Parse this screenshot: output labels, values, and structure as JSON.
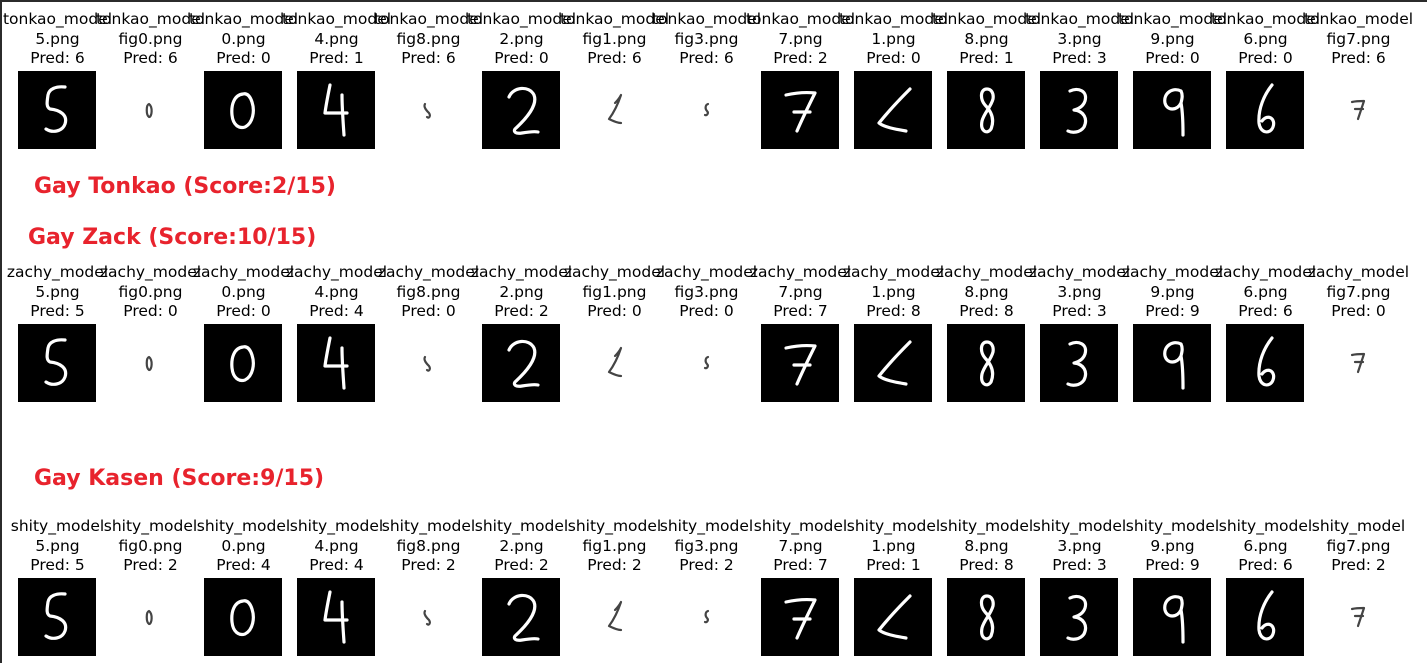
{
  "headings": {
    "tonkao": "Gay Tonkao (Score:2/15)",
    "zack": "Gay Zack (Score:10/15)",
    "kasen": "Gay Kasen (Score:9/15)"
  },
  "colors": {
    "heading": "#e8232d",
    "image_background": "#000000",
    "digit_stroke": "#ffffff"
  },
  "groups": [
    {
      "model_prefix": "tonkao_model",
      "items": [
        {
          "file": "5.png",
          "pred": "Pred: 6"
        },
        {
          "file": "fig0.png",
          "pred": "Pred: 6"
        },
        {
          "file": "0.png",
          "pred": "Pred: 0"
        },
        {
          "file": "4.png",
          "pred": "Pred: 1"
        },
        {
          "file": "fig8.png",
          "pred": "Pred: 6"
        },
        {
          "file": "2.png",
          "pred": "Pred: 0"
        },
        {
          "file": "fig1.png",
          "pred": "Pred: 6"
        },
        {
          "file": "fig3.png",
          "pred": "Pred: 6"
        },
        {
          "file": "7.png",
          "pred": "Pred: 2"
        },
        {
          "file": "1.png",
          "pred": "Pred: 0"
        },
        {
          "file": "8.png",
          "pred": "Pred: 1"
        },
        {
          "file": "3.png",
          "pred": "Pred: 3"
        },
        {
          "file": "9.png",
          "pred": "Pred: 0"
        },
        {
          "file": "6.png",
          "pred": "Pred: 0"
        },
        {
          "file": "fig7.png",
          "pred": "Pred: 6"
        }
      ]
    },
    {
      "model_prefix": "zachy_model",
      "items": [
        {
          "file": "5.png",
          "pred": "Pred: 5"
        },
        {
          "file": "fig0.png",
          "pred": "Pred: 0"
        },
        {
          "file": "0.png",
          "pred": "Pred: 0"
        },
        {
          "file": "4.png",
          "pred": "Pred: 4"
        },
        {
          "file": "fig8.png",
          "pred": "Pred: 0"
        },
        {
          "file": "2.png",
          "pred": "Pred: 2"
        },
        {
          "file": "fig1.png",
          "pred": "Pred: 0"
        },
        {
          "file": "fig3.png",
          "pred": "Pred: 0"
        },
        {
          "file": "7.png",
          "pred": "Pred: 7"
        },
        {
          "file": "1.png",
          "pred": "Pred: 8"
        },
        {
          "file": "8.png",
          "pred": "Pred: 8"
        },
        {
          "file": "3.png",
          "pred": "Pred: 3"
        },
        {
          "file": "9.png",
          "pred": "Pred: 9"
        },
        {
          "file": "6.png",
          "pred": "Pred: 6"
        },
        {
          "file": "fig7.png",
          "pred": "Pred: 0"
        }
      ]
    },
    {
      "model_prefix": "shity_model",
      "items": [
        {
          "file": "5.png",
          "pred": "Pred: 5"
        },
        {
          "file": "fig0.png",
          "pred": "Pred: 2"
        },
        {
          "file": "0.png",
          "pred": "Pred: 4"
        },
        {
          "file": "4.png",
          "pred": "Pred: 4"
        },
        {
          "file": "fig8.png",
          "pred": "Pred: 2"
        },
        {
          "file": "2.png",
          "pred": "Pred: 2"
        },
        {
          "file": "fig1.png",
          "pred": "Pred: 2"
        },
        {
          "file": "fig3.png",
          "pred": "Pred: 2"
        },
        {
          "file": "7.png",
          "pred": "Pred: 7"
        },
        {
          "file": "1.png",
          "pred": "Pred: 1"
        },
        {
          "file": "8.png",
          "pred": "Pred: 8"
        },
        {
          "file": "3.png",
          "pred": "Pred: 3"
        },
        {
          "file": "9.png",
          "pred": "Pred: 9"
        },
        {
          "file": "6.png",
          "pred": "Pred: 6"
        },
        {
          "file": "fig7.png",
          "pred": "Pred: 2"
        }
      ]
    }
  ]
}
